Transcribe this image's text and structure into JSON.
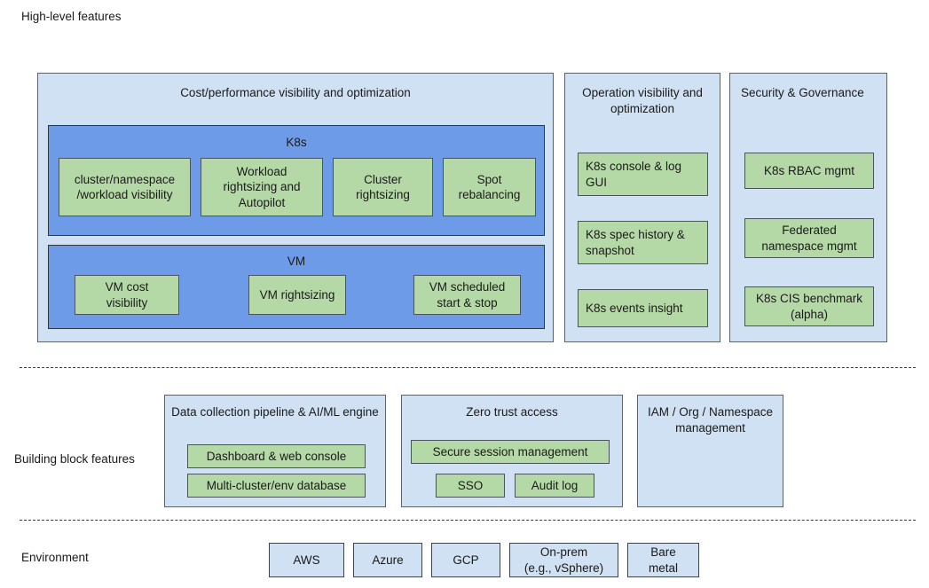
{
  "rows": {
    "high_level": "High-level features",
    "building_block": "Building block features",
    "environment": "Environment"
  },
  "high_level_features": {
    "cost_panel": {
      "title": "Cost/performance visibility and optimization",
      "groups": [
        {
          "name": "K8s",
          "items": [
            "cluster/namespace\n/workload visibility",
            "Workload\nrightsizing and\nAutopilot",
            "Cluster\nrightsizing",
            "Spot\nrebalancing"
          ]
        },
        {
          "name": "VM",
          "items": [
            "VM cost\nvisibility",
            "VM rightsizing",
            "VM scheduled\nstart & stop"
          ]
        }
      ]
    },
    "operation_panel": {
      "title": "Operation visibility and\noptimization",
      "items": [
        "K8s console & log\nGUI",
        "K8s spec history &\nsnapshot",
        "K8s events insight"
      ]
    },
    "security_panel": {
      "title": "Security & Governance",
      "items": [
        "K8s RBAC mgmt",
        "Federated\nnamespace mgmt",
        "K8s CIS benchmark\n(alpha)"
      ]
    }
  },
  "building_block_features": {
    "data_panel": {
      "title": "Data collection pipeline &\nAI/ML engine",
      "items": [
        "Dashboard & web console",
        "Multi-cluster/env database"
      ]
    },
    "zero_trust_panel": {
      "title": "Zero trust access",
      "items": [
        "Secure session management",
        "SSO",
        "Audit log"
      ]
    },
    "iam_panel": {
      "title": "IAM / Org /\nNamespace\nmanagement"
    }
  },
  "environment_features": {
    "items": [
      "AWS",
      "Azure",
      "GCP",
      "On-prem\n(e.g., vSphere)",
      "Bare\nmetal"
    ]
  },
  "colors": {
    "light_blue": "#cfe1f3",
    "mid_blue": "#6d9be8",
    "green": "#b5d9a6",
    "border_dark": "#3b434d",
    "text": "#1a1a1a"
  }
}
